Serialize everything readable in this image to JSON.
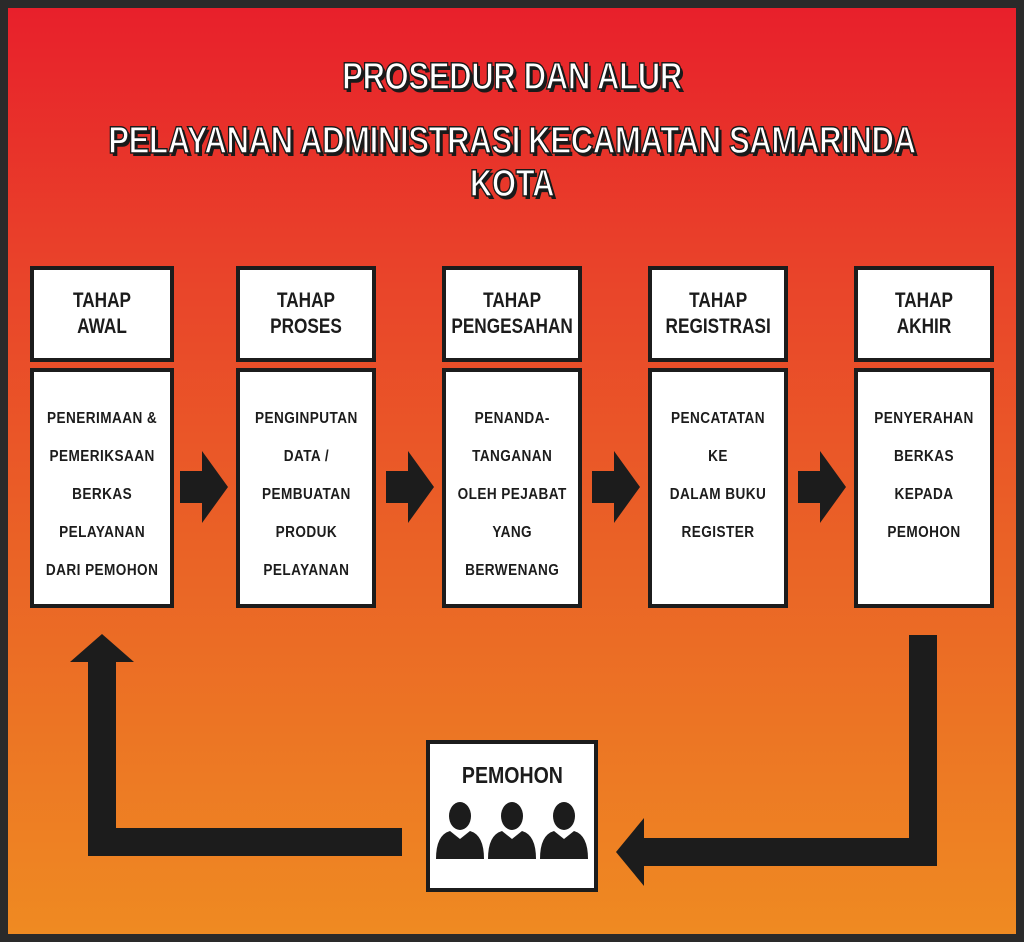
{
  "title": {
    "line1": "PROSEDUR DAN ALUR",
    "line2": "PELAYANAN ADMINISTRASI KECAMATAN SAMARINDA KOTA"
  },
  "stages": [
    {
      "header": "TAHAP AWAL",
      "body": "PENERIMAAN &\nPEMERIKSAAN\nBERKAS\nPELAYANAN\nDARI PEMOHON"
    },
    {
      "header": "TAHAP PROSES",
      "body": "PENGINPUTAN\nDATA /\nPEMBUATAN\nPRODUK\nPELAYANAN"
    },
    {
      "header": "TAHAP\nPENGESAHAN",
      "body": "PENANDA-\nTANGANAN\nOLEH PEJABAT\nYANG\nBERWENANG"
    },
    {
      "header": "TAHAP\nREGISTRASI",
      "body": "PENCATATAN KE\nDALAM BUKU\nREGISTER"
    },
    {
      "header": "TAHAP AKHIR",
      "body": "PENYERAHAN\nBERKAS KEPADA\nPEMOHON"
    }
  ],
  "applicant": {
    "label": "PEMOHON",
    "icon": "people-group-icon"
  },
  "colors": {
    "background_top": "#e8202b",
    "background_bottom": "#ef8a22",
    "box": "#ffffff",
    "ink": "#1c1c1c"
  }
}
